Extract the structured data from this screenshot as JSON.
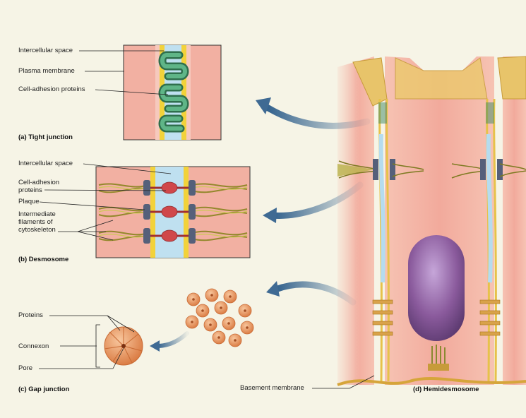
{
  "tight": {
    "intercellular": "Intercellular space",
    "plasma": "Plasma membrane",
    "adhesion": "Cell-adhesion proteins",
    "caption": "(a) Tight  junction"
  },
  "desmosome": {
    "intercellular": "Intercellular space",
    "adhesion": "Cell-adhesion\nproteins",
    "plaque": "Plaque",
    "filaments": "Intermediate\nfilaments of\ncytoskeleton",
    "caption": "(b) Desmosome"
  },
  "gap": {
    "proteins": "Proteins",
    "connexon": "Connexon",
    "pore": "Pore",
    "caption": "(c) Gap junction"
  },
  "hemi": {
    "basement": "Basement membrane",
    "caption": "(d) Hemidesmosome"
  },
  "colors": {
    "background": "#f6f4e6",
    "cell": "#f3b4a6",
    "membrane": "#f2d23a",
    "intercellular": "#bfe0f0",
    "tight_protein": "#3d8a62",
    "adhesion_protein": "#d0474a",
    "filaments": "#b9b24a",
    "plaque": "#55607a",
    "nucleus": "#8a5a9c",
    "connexon": "#e39560",
    "arrow": "#3f6a93"
  }
}
